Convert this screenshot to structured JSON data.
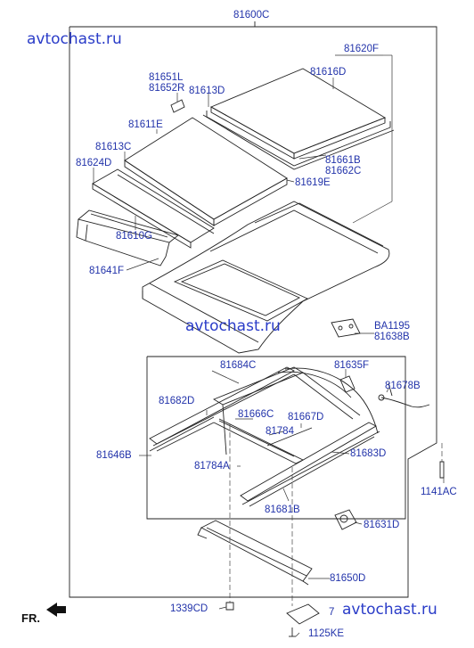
{
  "watermark": "avtochast.ru",
  "direction_label": "FR.",
  "parts": {
    "assembly": "81600C",
    "frame_assy": "81620F",
    "glass_assy": "81616D",
    "bracket_l": "81651L",
    "bracket_r": "81652R",
    "seal_upper": "81613D",
    "glass_panel": "81611E",
    "seal_lower": "81613C",
    "weatherstrip": "81624D",
    "molding_b": "81661B",
    "molding_c": "81662C",
    "trim_e": "81619E",
    "deflector": "81610G",
    "deflector_assy": "81641F",
    "bolt_a": "BA1195",
    "bracket_b": "81638B",
    "cable_c": "81684C",
    "clip_f": "81635F",
    "harness": "81678B",
    "guide_d": "81682D",
    "link_c": "81666C",
    "link_d": "81667D",
    "stopper": "81784",
    "rail_assy": "81646B",
    "rail_d": "81683D",
    "stopper_a": "81784A",
    "rail_b": "81681B",
    "bolt_ac": "1141AC",
    "motor": "81631D",
    "drain": "81650D",
    "screw_cd": "1339CD",
    "bracket_7": "7",
    "screw_ke": "1125KE"
  }
}
